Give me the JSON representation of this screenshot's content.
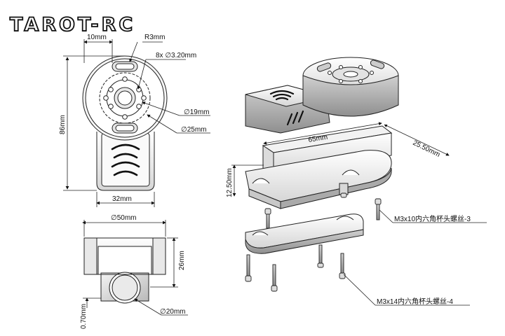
{
  "brand": {
    "logo_text": "TAROT-RC"
  },
  "top_view": {
    "dims": {
      "width_10": "10mm",
      "radius": "R3mm",
      "holes": "8x ∅3.20mm",
      "inner_dia": "∅19mm",
      "outer_dia": "∅25mm",
      "height": "86mm",
      "base_width": "32mm"
    }
  },
  "front_view": {
    "dims": {
      "width": "∅50mm",
      "height": "26mm",
      "clamp_dia": "∅20mm",
      "gap": "0.70mm"
    }
  },
  "exploded_view": {
    "dims": {
      "length": "65mm",
      "depth": "25.50mm",
      "height": "12.50mm"
    },
    "notes": {
      "screw_short": "M3x10内六角杯头螺丝-3",
      "screw_long": "M3x14内六角杯头螺丝-4"
    }
  }
}
